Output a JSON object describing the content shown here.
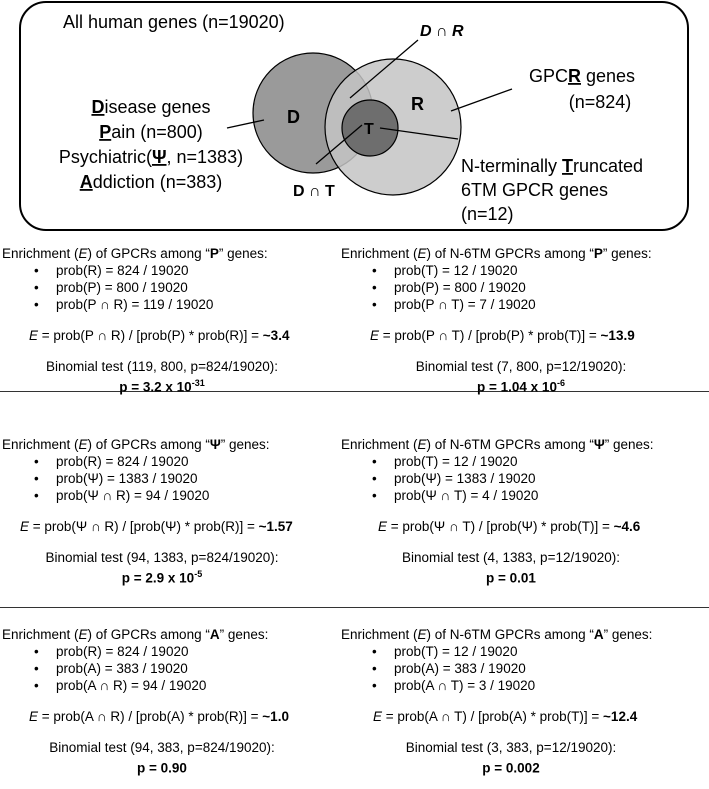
{
  "venn": {
    "universe_label": "All human genes (n=19020)",
    "circle_D": "D",
    "circle_R": "R",
    "circle_T": "T",
    "label_DR": "D ∩ R",
    "label_DT": "D ∩ T",
    "left_block": [
      {
        "first": "D",
        "rest": "isease genes"
      },
      {
        "first": "P",
        "rest": "ain (n=800)"
      },
      {
        "pre": "Psychiatric(",
        "first": "Ψ",
        "rest": ", n=1383)"
      },
      {
        "first": "A",
        "rest": "ddiction (n=383)"
      }
    ],
    "gpcr_pre": "GPC",
    "gpcr_bold": "R",
    "gpcr_post": " genes",
    "gpcr_n": "(n=824)",
    "trunc_line1_pre": "N-terminally ",
    "trunc_line1_bold": "T",
    "trunc_line1_post": "runcated",
    "trunc_line2": "6TM GPCR genes",
    "trunc_line3": "(n=12)",
    "colors": {
      "outer_circles": "#9a9a9a",
      "R_circle": "#c4c4c4",
      "T_circle": "#6e6e6e"
    }
  },
  "sections": [
    {
      "title_pre": "Enrichment (",
      "title_E": "E",
      "title_mid": ") of GPCRs among “",
      "title_sym": "P",
      "title_post": "” genes:",
      "bullets": [
        "prob(R) = 824 / 19020",
        "prob(P) = 800 / 19020",
        "prob(P ∩ R) = 119 / 19020"
      ],
      "formula_E": "E",
      "formula": " = prob(P ∩ R) / [prob(P) * prob(R)] = ",
      "formula_val": "~3.4",
      "binom": "Binomial test (119, 800, p=824/19020):",
      "pval": "p = 3.2 x 10",
      "pexp": "-31"
    },
    {
      "title_pre": "Enrichment (",
      "title_E": "E",
      "title_mid": ") of N-6TM GPCRs among “",
      "title_sym": "P",
      "title_post": "” genes:",
      "bullets": [
        "prob(T) = 12 / 19020",
        "prob(P) = 800 / 19020",
        "prob(P ∩ T) = 7 / 19020"
      ],
      "formula_E": "E",
      "formula": " = prob(P ∩ T) / [prob(P) * prob(T)] = ",
      "formula_val": "~13.9",
      "binom": "Binomial test (7, 800, p=12/19020):",
      "pval": "p = 1.04 x 10",
      "pexp": "-6"
    },
    {
      "title_pre": "Enrichment (",
      "title_E": "E",
      "title_mid": ") of GPCRs among “",
      "title_sym": "Ψ",
      "title_post": "” genes:",
      "bullets": [
        "prob(R) = 824 / 19020",
        "prob(Ψ) = 1383 / 19020",
        "prob(Ψ ∩ R) = 94 / 19020"
      ],
      "formula_E": "E",
      "formula": " = prob(Ψ ∩ R) / [prob(Ψ) * prob(R)] = ",
      "formula_val": "~1.57",
      "binom": "Binomial test (94, 1383, p=824/19020):",
      "pval": "p = 2.9 x 10",
      "pexp": "-5"
    },
    {
      "title_pre": "Enrichment (",
      "title_E": "E",
      "title_mid": ") of N-6TM GPCRs among “",
      "title_sym": "Ψ",
      "title_post": "” genes:",
      "bullets": [
        "prob(T) = 12 / 19020",
        "prob(Ψ) = 1383 / 19020",
        "prob(Ψ ∩ T) = 4 / 19020"
      ],
      "formula_E": "E",
      "formula": " = prob(Ψ ∩ T) / [prob(Ψ) * prob(T)] = ",
      "formula_val": "~4.6",
      "binom": "Binomial test (4, 1383, p=12/19020):",
      "pval": "p = 0.01",
      "pexp": ""
    },
    {
      "title_pre": "Enrichment (",
      "title_E": "E",
      "title_mid": ") of GPCRs among “",
      "title_sym": "A",
      "title_post": "” genes:",
      "bullets": [
        "prob(R) = 824 / 19020",
        "prob(A) = 383 / 19020",
        "prob(A ∩ R) = 94 / 19020"
      ],
      "formula_E": "E",
      "formula": " = prob(A ∩ R) / [prob(A) * prob(R)] = ",
      "formula_val": "~1.0",
      "binom": "Binomial test (94, 383, p=824/19020):",
      "pval": "p = 0.90",
      "pexp": ""
    },
    {
      "title_pre": "Enrichment (",
      "title_E": "E",
      "title_mid": ") of N-6TM GPCRs among “",
      "title_sym": "A",
      "title_post": "” genes:",
      "bullets": [
        "prob(T) = 12 / 19020",
        "prob(A) = 383 / 19020",
        "prob(A ∩ T) = 3 / 19020"
      ],
      "formula_E": "E",
      "formula": " = prob(A ∩ T) / [prob(A) * prob(T)] = ",
      "formula_val": "~12.4",
      "binom": "Binomial test (3, 383, p=12/19020):",
      "pval": "p = 0.002",
      "pexp": ""
    }
  ]
}
